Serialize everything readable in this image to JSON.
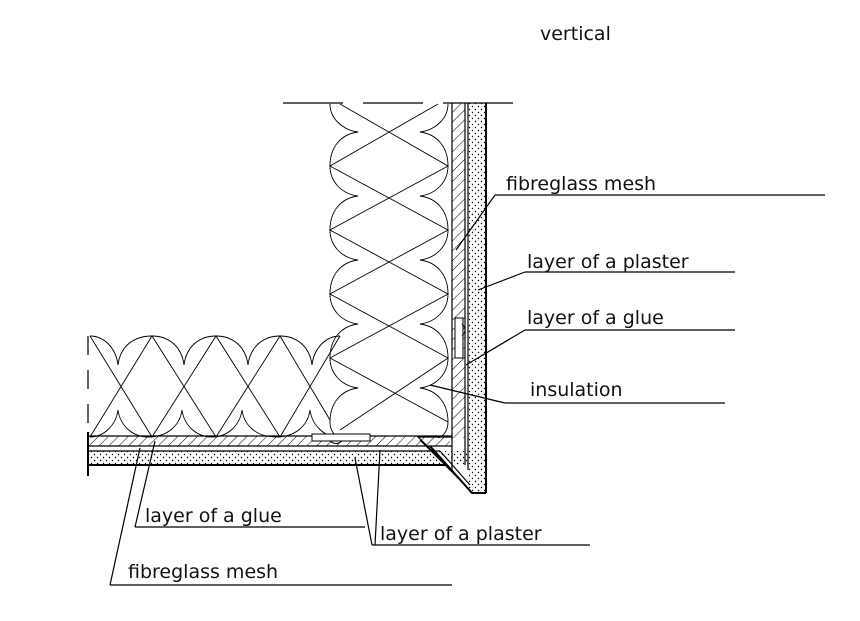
{
  "diagram": {
    "title": "vertical",
    "labels": {
      "fibreglass_mesh_right": "fibreglass mesh",
      "plaster_right": "layer of a plaster",
      "glue_right": "layer of a glue",
      "insulation": "insulation",
      "glue_bottom": "layer of a glue",
      "plaster_bottom": "layer of a plaster",
      "fibreglass_mesh_bottom": "fibreglass mesh"
    }
  },
  "colors": {
    "line": "#000000",
    "background": "#ffffff"
  }
}
